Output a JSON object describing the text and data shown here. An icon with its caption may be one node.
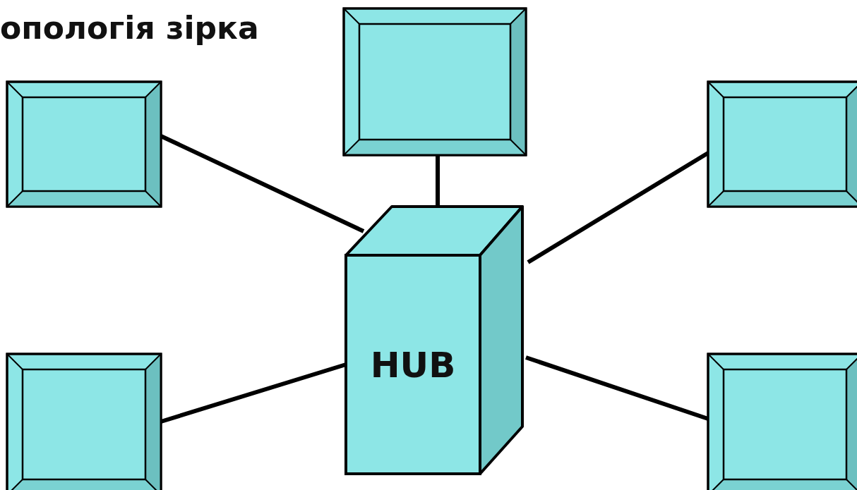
{
  "diagram": {
    "title": "опологія зірка",
    "nodes": [
      {
        "text": [],
        "shape": "box"
      },
      {
        "text": [],
        "shape": "box"
      },
      {
        "text": [],
        "shape": "box"
      },
      {
        "text": [
          "HUB"
        ]
      },
      {
        "text": [],
        "shape": "box"
      },
      {
        "text": [],
        "shape": "box"
      }
    ],
    "edges": [
      {
        "from": 3,
        "to": 0,
        "arrow": "none"
      },
      {
        "from": 3,
        "to": 1,
        "arrow": "none"
      },
      {
        "from": 3,
        "to": 2,
        "arrow": "none"
      },
      {
        "from": 3,
        "to": 4,
        "arrow": "none"
      },
      {
        "from": 3,
        "to": 5,
        "arrow": "none"
      }
    ]
  }
}
